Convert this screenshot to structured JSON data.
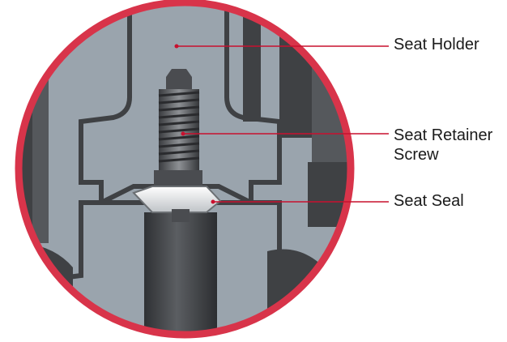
{
  "callouts": {
    "seat_holder": "Seat Holder",
    "seat_retainer_line1": "Seat Retainer",
    "seat_retainer_line2": "Screw",
    "seat_seal": "Seat Seal"
  },
  "colors": {
    "ring": "#d8344a",
    "background_gray": "#9aa4ad",
    "part_dark": "#3f4144",
    "part_mid": "#55585c",
    "highlight": "#f4f4f4",
    "leader_line": "#c8102e"
  }
}
